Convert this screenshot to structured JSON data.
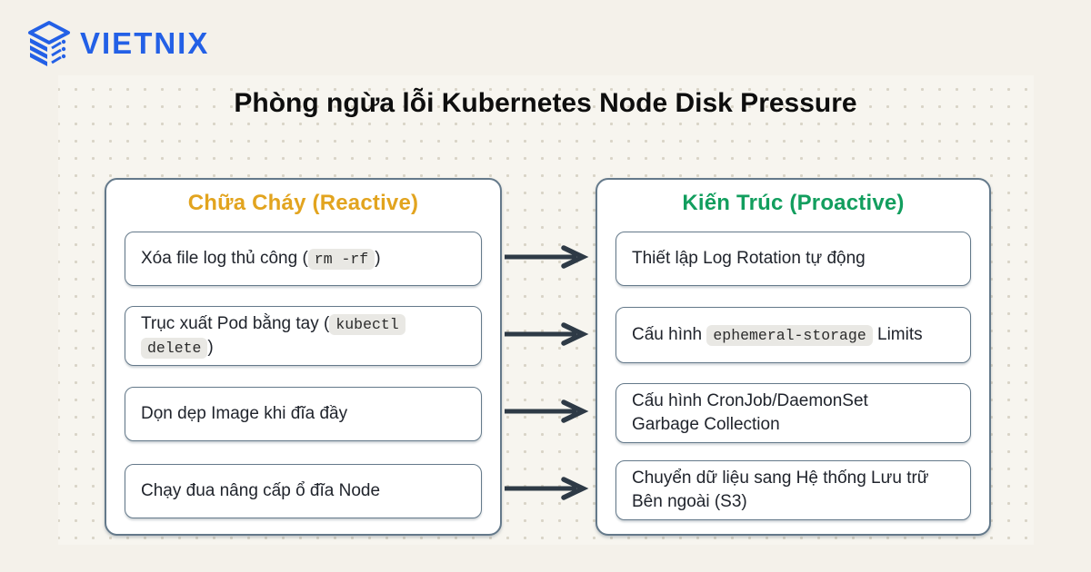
{
  "brand": {
    "name": "VIETNIX"
  },
  "title": "Phòng ngừa lỗi Kubernetes Node Disk Pressure",
  "colors": {
    "brand_blue": "#2360E6",
    "reactive_title": "#E2A41F",
    "proactive_title": "#129E5E",
    "arrow": "#2E3A46",
    "panel_border": "#64798A",
    "page_background": "#F4F1EA",
    "code_badge_background": "#E9E8E4"
  },
  "panels": {
    "reactive": {
      "title": "Chữa Cháy (Reactive)",
      "items": [
        {
          "pre": "Xóa file log thủ công (",
          "code": "rm -rf",
          "post": ")"
        },
        {
          "pre": "Trục xuất Pod bằng tay (",
          "code": "kubectl delete",
          "post": ")"
        },
        {
          "pre": "Dọn dẹp Image khi đĩa đầy",
          "code": "",
          "post": ""
        },
        {
          "pre": "Chạy đua nâng cấp ổ đĩa Node",
          "code": "",
          "post": ""
        }
      ]
    },
    "proactive": {
      "title": "Kiến Trúc (Proactive)",
      "items": [
        {
          "pre": "Thiết lập Log Rotation tự động",
          "code": "",
          "post": ""
        },
        {
          "pre": "Cấu hình ",
          "code": "ephemeral-storage",
          "post": " Limits"
        },
        {
          "pre": "Cấu hình CronJob/DaemonSet\nGarbage Collection",
          "code": "",
          "post": ""
        },
        {
          "pre": "Chuyển dữ liệu sang Hệ thống Lưu trữ\nBên ngoài (S3)",
          "code": "",
          "post": ""
        }
      ]
    }
  }
}
